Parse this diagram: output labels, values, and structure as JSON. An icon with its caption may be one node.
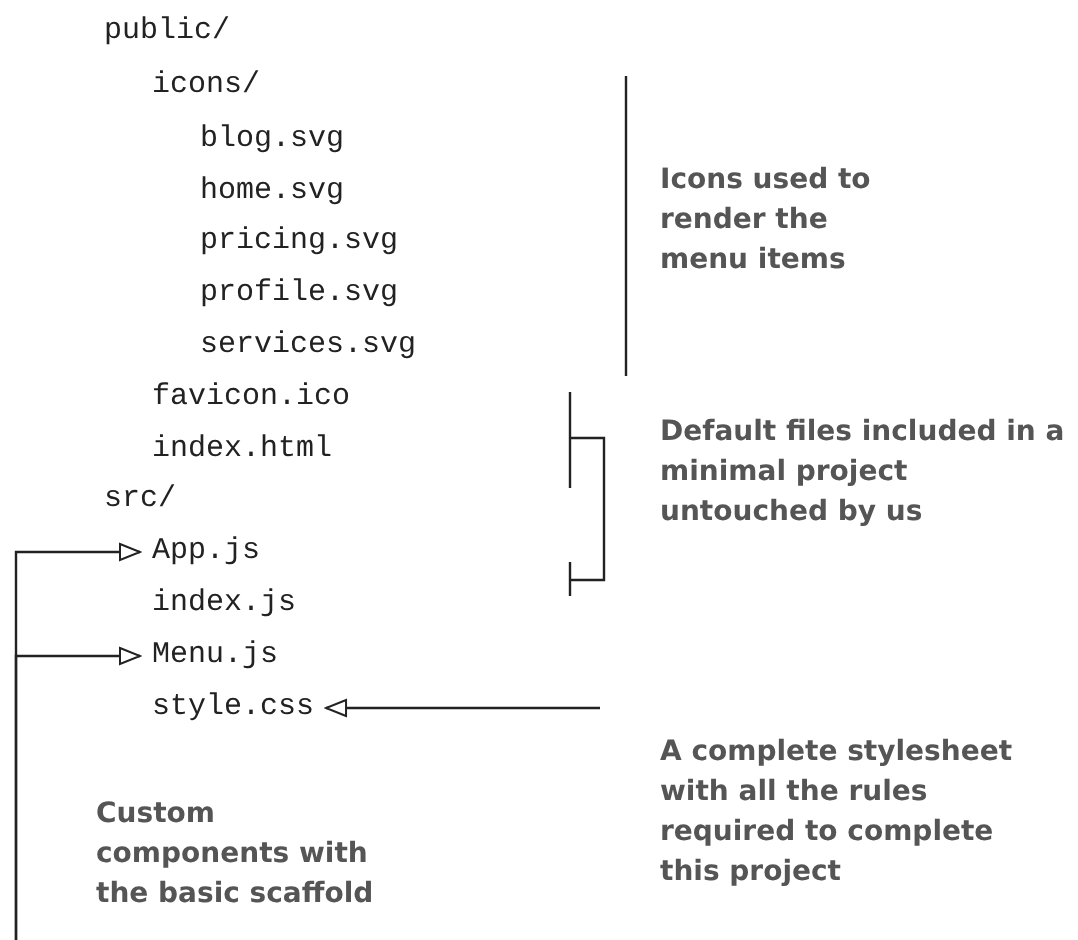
{
  "diagram": {
    "nodes": [
      {
        "text": [
          "App.js"
        ]
      },
      {
        "text": [
          "Menu.js"
        ]
      },
      {
        "text": [
          "style.css"
        ]
      },
      {
        "text": [
          "A complete stylesheet with all the rules required to complete this project"
        ]
      },
      {
        "text": [
          "Custom components with the basic scaffold"
        ]
      }
    ],
    "edges": [
      {
        "from": 4,
        "to": 0,
        "arrow": "to"
      },
      {
        "from": 4,
        "to": 1,
        "arrow": "to"
      },
      {
        "from": 3,
        "to": 2,
        "arrow": "to"
      }
    ],
    "labels": [
      "public/",
      "icons/",
      "blog.svg",
      "home.svg",
      "Icons used to render the menu items",
      "pricing.svg",
      "profile.svg",
      "services.svg",
      "favicon.ico",
      "index.html",
      "Default files included in a minimal project untouched by us",
      "src/",
      "index.js"
    ]
  }
}
